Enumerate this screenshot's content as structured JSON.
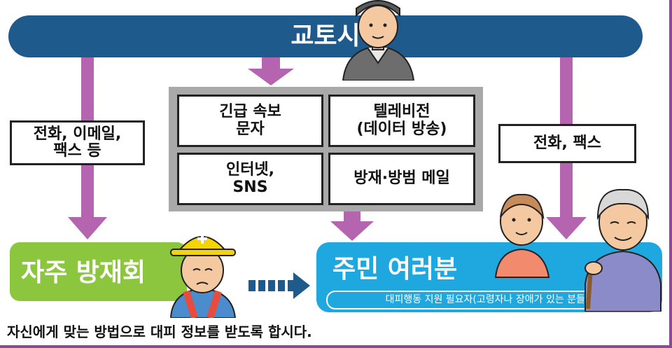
{
  "city": {
    "title": "교토시"
  },
  "channels": {
    "left": "전화, 이메일,\n팩스 등",
    "right": "전화, 팩스",
    "center": [
      "긴급 속보\n문자",
      "텔레비전\n(데이터 방송)",
      "인터넷,\nSNS",
      "방재·방범 메일"
    ]
  },
  "self_defense": {
    "title": "자주 방재회"
  },
  "residents": {
    "title": "주민 여러분",
    "subtitle": "대피행동 지원 필요자(고령자나 장애가 있는 분들)"
  },
  "footer": {
    "note": "자신에게 맞는 방법으로 대피 정보를 받도록 합시다."
  },
  "colors": {
    "city_bar": "#1e5a8c",
    "arrow": "#b565b0",
    "self_defense": "#8cc63f",
    "residents": "#1fa8e0",
    "frame": "#8a4b93"
  },
  "icons": [
    "worker-figure-icon",
    "helmet-worker-icon",
    "woman-figure-icon",
    "elderly-man-icon",
    "dotted-arrow-icon"
  ]
}
